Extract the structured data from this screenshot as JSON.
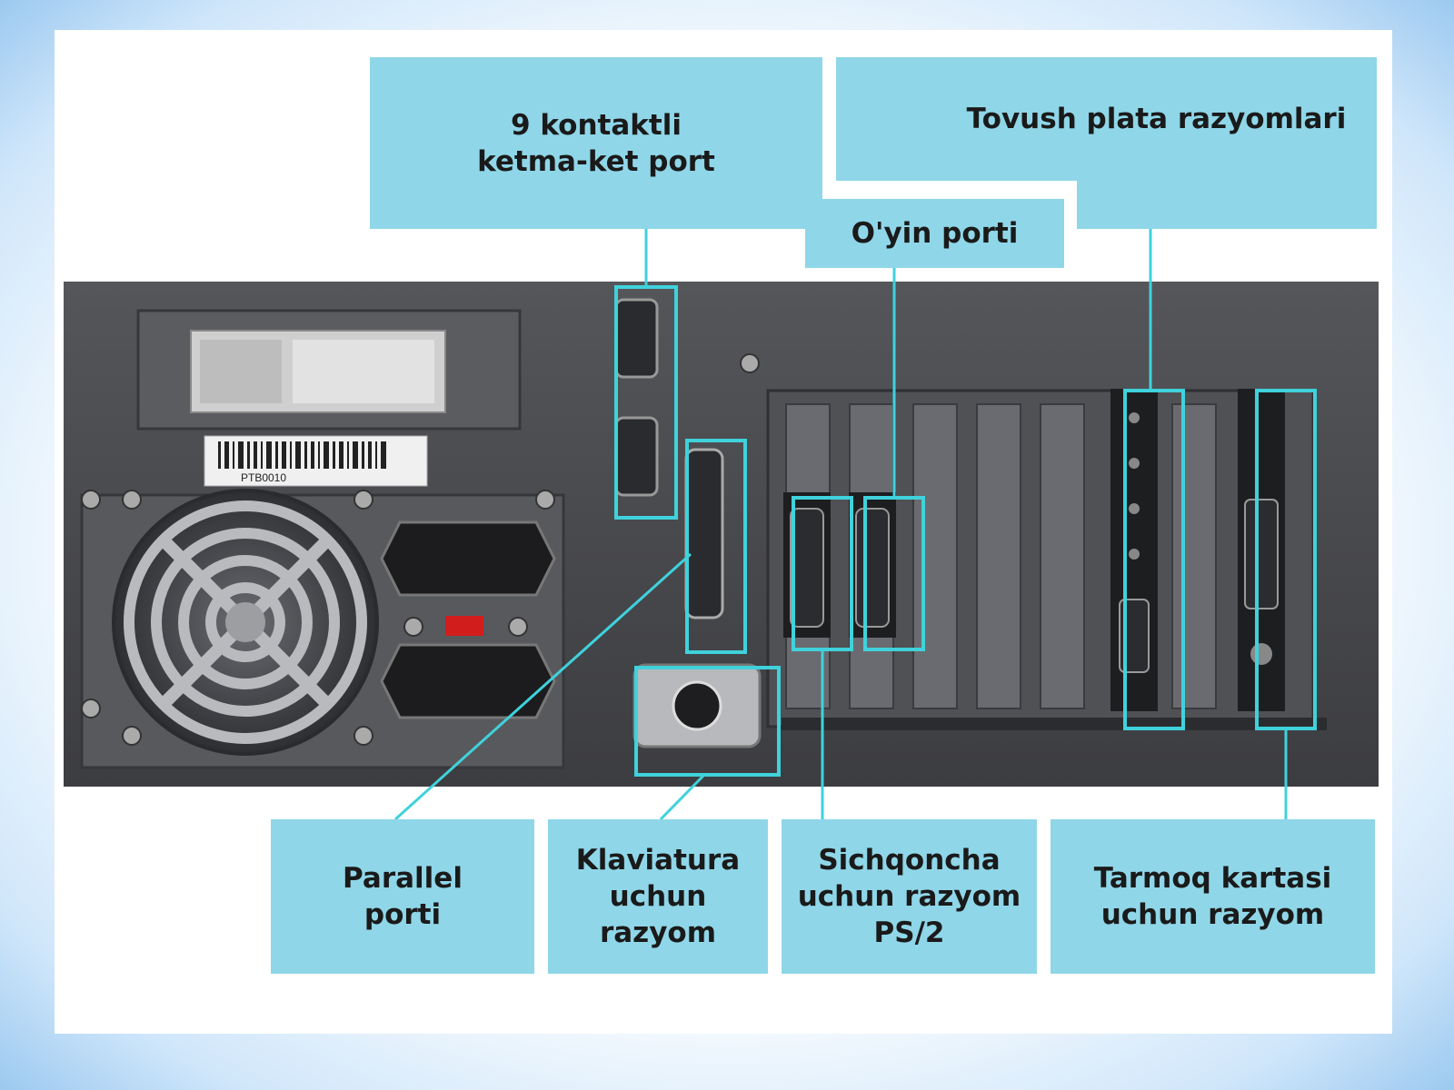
{
  "labels": {
    "serial_port": "9 kontaktli\nketma-ket port",
    "sound_card": "Tovush plata  razyomlari",
    "game_port": "O'yin porti",
    "parallel_port": "Parallel\nporti",
    "keyboard": "Klaviatura\nuchun\nrazyom",
    "mouse": "Sichqoncha\nuchun razyom\nPS/2",
    "network": "Tarmoq kartasi\nuchun razyom"
  },
  "photo": {
    "barcode_text": "PTB0010"
  },
  "colors": {
    "label_bg": "#8fd6e8",
    "highlight": "#3fd2dc",
    "case": "#4a4b4f",
    "frame_bg": "#ffffff"
  }
}
